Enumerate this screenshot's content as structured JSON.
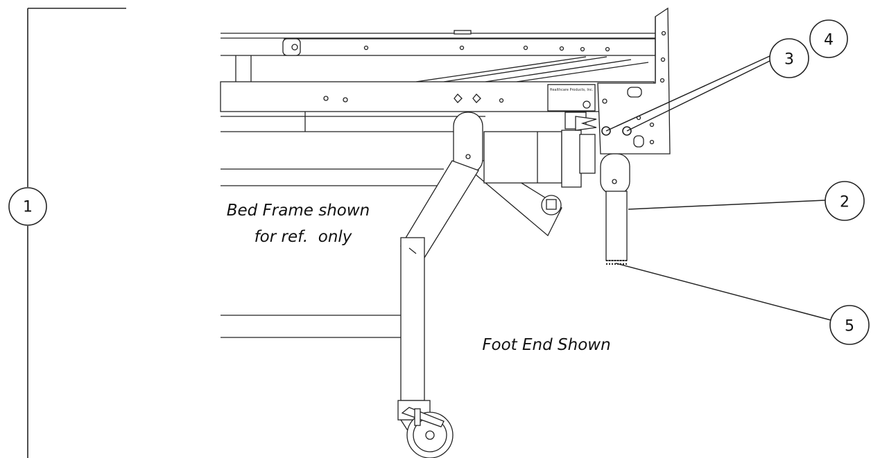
{
  "notes": {
    "bed_frame_line1": "Bed Frame shown",
    "bed_frame_line2": "for ref.  only",
    "foot_end": "Foot End Shown"
  },
  "callouts": [
    "1",
    "2",
    "3",
    "4",
    "5"
  ],
  "motor_label": "Healthcare Products, Inc."
}
